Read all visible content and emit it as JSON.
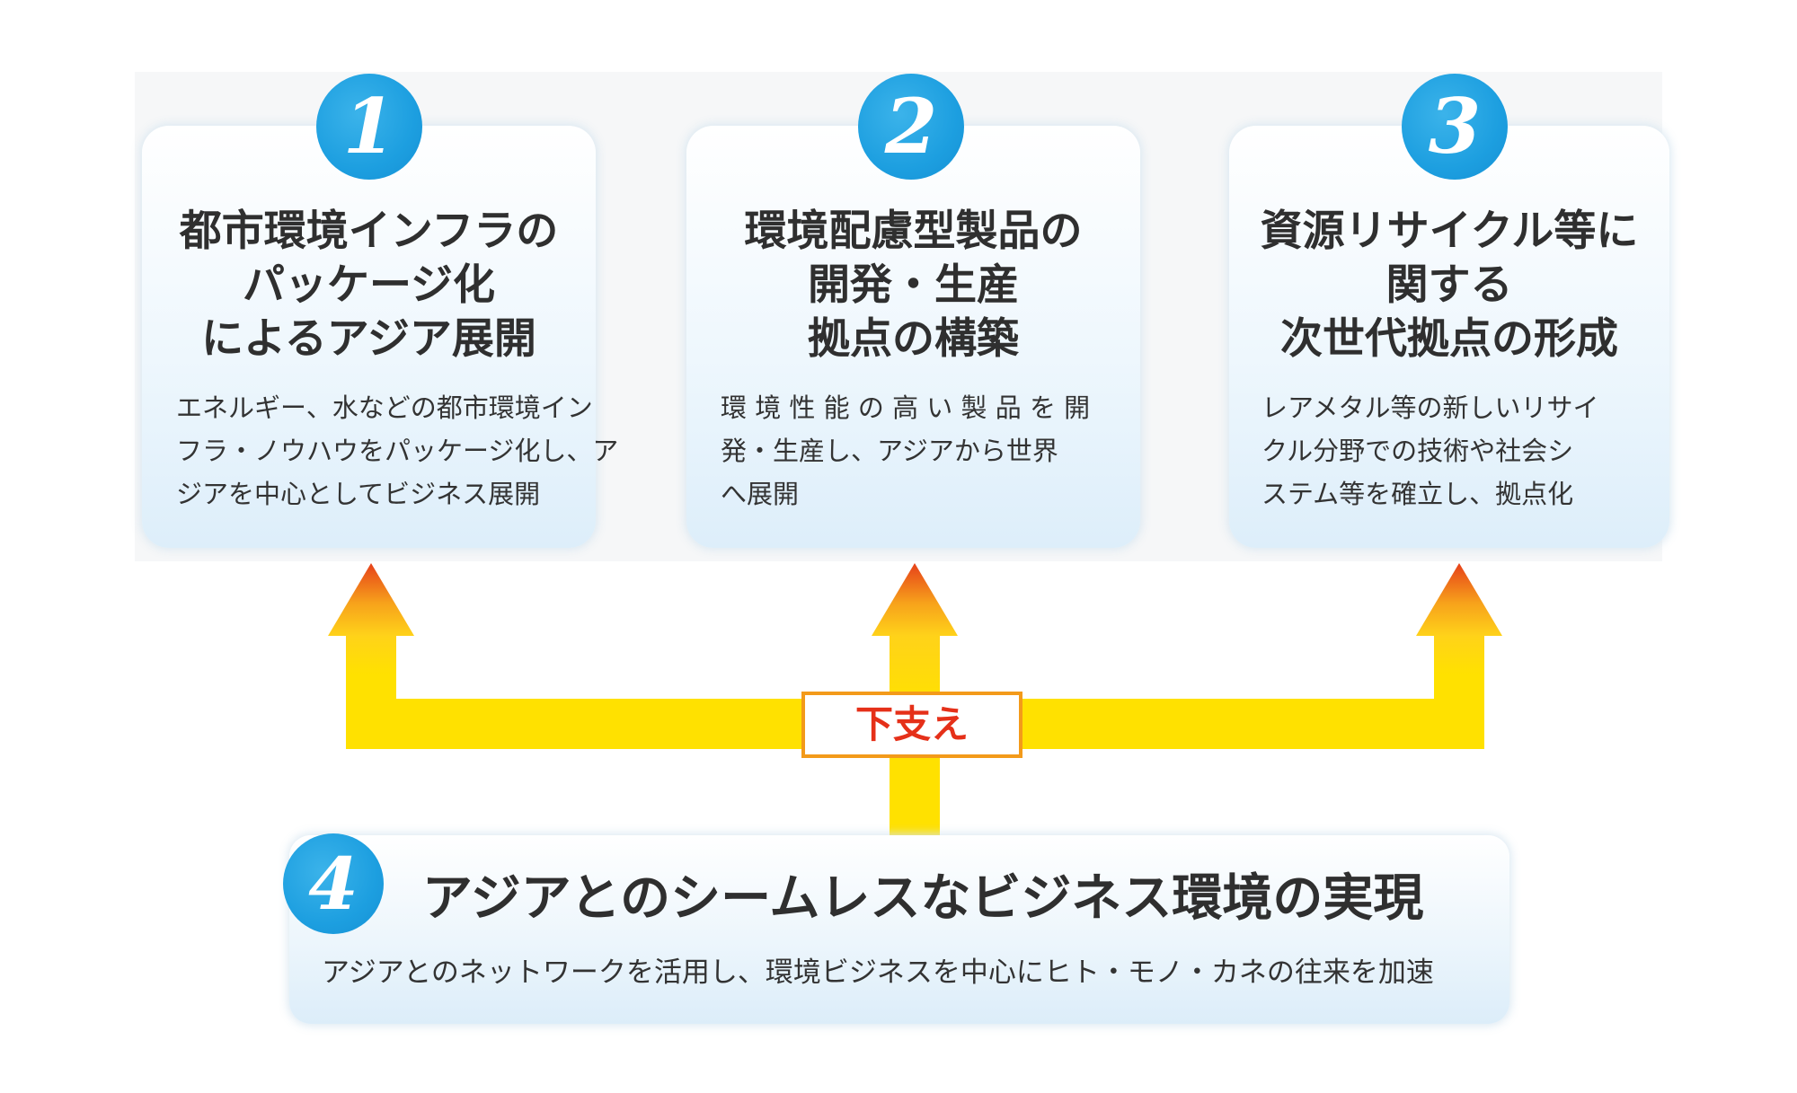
{
  "pillars": [
    {
      "number": "1",
      "title_lines": [
        "都市環境インフラの",
        "パッケージ化",
        "によるアジア展開"
      ],
      "desc_lines": [
        "エネルギー、水などの都市環境イン",
        "フラ・ノウハウをパッケージ化し、ア",
        "ジアを中心としてビジネス展開"
      ]
    },
    {
      "number": "2",
      "title_lines": [
        "環境配慮型製品の",
        "開発・生産",
        "拠点の構築"
      ],
      "desc_lines": [
        "環 境 性 能 の 高 い 製 品 を 開",
        "発・生産し、アジアから世界",
        "へ展開"
      ]
    },
    {
      "number": "3",
      "title_lines": [
        "資源リサイクル等に",
        "関する",
        "次世代拠点の形成"
      ],
      "desc_lines": [
        "レアメタル等の新しいリサイ",
        "クル分野での技術や社会シ",
        "ステム等を確立し、拠点化"
      ]
    }
  ],
  "support_label": "下支え",
  "foundation": {
    "number": "4",
    "title": "アジアとのシームレスなビジネス環境の実現",
    "desc": "アジアとのネットワークを活用し、環境ビジネスを中心にヒト・モノ・カネの往来を加速"
  },
  "colors": {
    "number_badge": "#1d9fe0",
    "arrow_top": "#e6401a",
    "arrow_mid": "#f7a21b",
    "arrow_body": "#ffe100",
    "support_border": "#f39a1a",
    "support_text": "#e53019"
  }
}
